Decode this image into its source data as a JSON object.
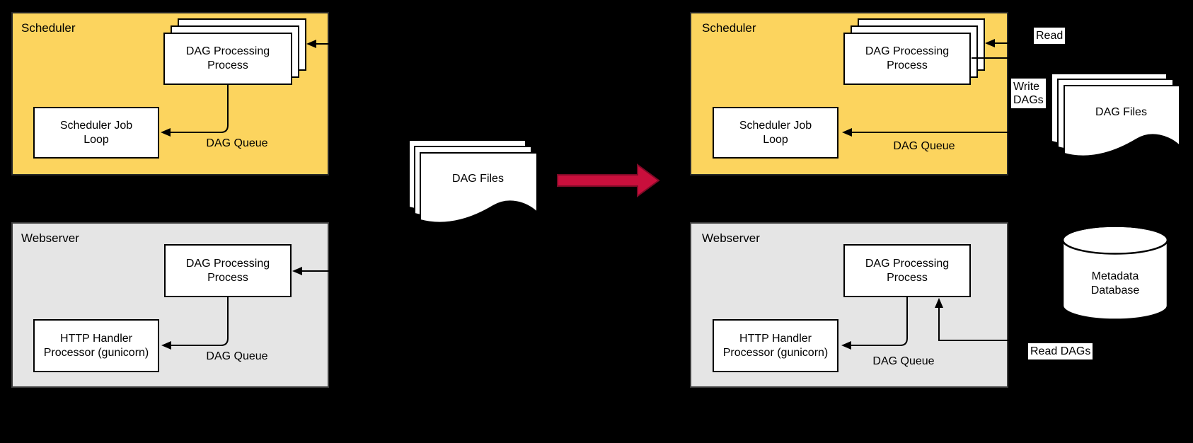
{
  "colors": {
    "background": "#000000",
    "scheduler_fill": "#FCD45E",
    "webserver_fill": "#E5E5E5",
    "node_fill": "#FFFFFF",
    "line": "#000000",
    "transition_arrow_fill": "#C90F3C",
    "transition_arrow_border": "#7D0A26"
  },
  "before": {
    "scheduler": {
      "title": "Scheduler",
      "dag_processing": "DAG Processing\nProcess",
      "job_loop": "Scheduler Job\nLoop",
      "dag_queue": "DAG Queue"
    },
    "webserver": {
      "title": "Webserver",
      "dag_processing": "DAG Processing\nProcess",
      "http_handler": "HTTP Handler\nProcessor (gunicorn)",
      "dag_queue": "DAG Queue"
    },
    "dag_files": "DAG Files"
  },
  "after": {
    "scheduler": {
      "title": "Scheduler",
      "dag_processing": "DAG Processing\nProcess",
      "job_loop": "Scheduler Job\nLoop",
      "dag_queue": "DAG Queue"
    },
    "webserver": {
      "title": "Webserver",
      "dag_processing": "DAG Processing\nProcess",
      "http_handler": "HTTP Handler\nProcessor (gunicorn)",
      "dag_queue": "DAG Queue"
    },
    "dag_files": "DAG Files",
    "metadata_database": "Metadata\nDatabase",
    "labels": {
      "read": "Read",
      "write_dags": "Write\nDAGs",
      "read_dags": "Read DAGs"
    }
  }
}
